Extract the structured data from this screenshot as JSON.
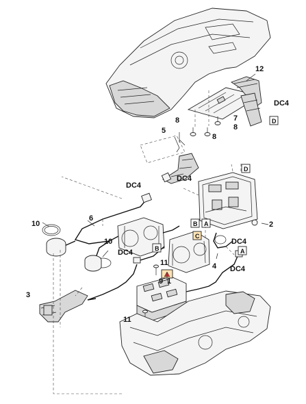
{
  "callouts": {
    "c12": "12",
    "dc4_top": "DC4",
    "c7": "7",
    "d_top": "D",
    "c8a": "8",
    "c8b": "8",
    "c8c": "8",
    "c5": "5",
    "dc4_mid": "DC4",
    "d_mid": "D",
    "dc4_left": "DC4",
    "c2": "2",
    "c6": "6",
    "c10a": "10",
    "b_box1": "B",
    "a_box1": "A",
    "c_box1": "C",
    "c10b": "10",
    "dc4_c": "DC4",
    "dc4_b": "DC4",
    "b_box2": "B",
    "c4": "4",
    "a_box2": "A",
    "dc4_a": "DC4",
    "c11a": "11",
    "c9": "9",
    "c1": "1",
    "c3": "3",
    "c11b": "11"
  }
}
